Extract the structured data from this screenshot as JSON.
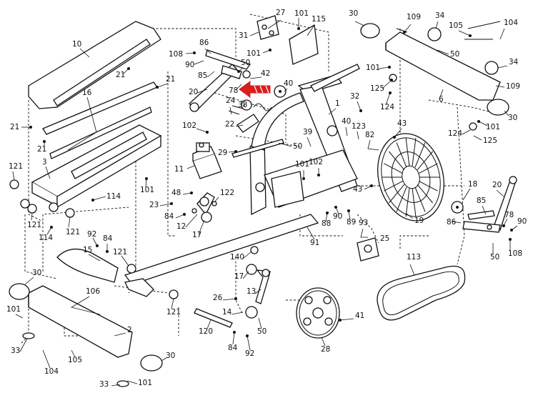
{
  "callouts": [
    {
      "id": "c10a",
      "text": "10"
    },
    {
      "id": "c21a",
      "text": "21"
    },
    {
      "id": "c21b",
      "text": "21"
    },
    {
      "id": "c16",
      "text": "16"
    },
    {
      "id": "c21c",
      "text": "21"
    },
    {
      "id": "c21d",
      "text": "21"
    },
    {
      "id": "c3",
      "text": "3"
    },
    {
      "id": "c121a",
      "text": "121"
    },
    {
      "id": "c121b",
      "text": "121"
    },
    {
      "id": "c121c",
      "text": "121"
    },
    {
      "id": "c114a",
      "text": "114"
    },
    {
      "id": "c114b",
      "text": "114"
    },
    {
      "id": "c101a",
      "text": "101"
    },
    {
      "id": "c108a",
      "text": "108"
    },
    {
      "id": "c86a",
      "text": "86"
    },
    {
      "id": "c90a",
      "text": "90"
    },
    {
      "id": "c85a",
      "text": "85"
    },
    {
      "id": "c20a",
      "text": "20"
    },
    {
      "id": "c50a",
      "text": "50"
    },
    {
      "id": "c42",
      "text": "42"
    },
    {
      "id": "c78a",
      "text": "78"
    },
    {
      "id": "c27",
      "text": "27"
    },
    {
      "id": "c101b",
      "text": "101"
    },
    {
      "id": "c115",
      "text": "115"
    },
    {
      "id": "c31",
      "text": "31"
    },
    {
      "id": "c101c",
      "text": "101"
    },
    {
      "id": "c40a",
      "text": "40"
    },
    {
      "id": "c24",
      "text": "24"
    },
    {
      "id": "c38",
      "text": "38"
    },
    {
      "id": "c1",
      "text": "1"
    },
    {
      "id": "c22",
      "text": "22"
    },
    {
      "id": "c102a",
      "text": "102"
    },
    {
      "id": "c29",
      "text": "29"
    },
    {
      "id": "c39",
      "text": "39"
    },
    {
      "id": "c50b",
      "text": "50"
    },
    {
      "id": "c101d",
      "text": "101"
    },
    {
      "id": "c102b",
      "text": "102"
    },
    {
      "id": "c11",
      "text": "11"
    },
    {
      "id": "c48",
      "text": "48"
    },
    {
      "id": "c23",
      "text": "23"
    },
    {
      "id": "c84a",
      "text": "84"
    },
    {
      "id": "c12",
      "text": "12"
    },
    {
      "id": "c122",
      "text": "122"
    },
    {
      "id": "c17a",
      "text": "17"
    },
    {
      "id": "c32",
      "text": "32"
    },
    {
      "id": "c40b",
      "text": "40"
    },
    {
      "id": "c123",
      "text": "123"
    },
    {
      "id": "c82",
      "text": "82"
    },
    {
      "id": "c43a",
      "text": "43"
    },
    {
      "id": "c43b",
      "text": "43"
    },
    {
      "id": "c88",
      "text": "88"
    },
    {
      "id": "c90b",
      "text": "90"
    },
    {
      "id": "c89",
      "text": "89"
    },
    {
      "id": "c91",
      "text": "91"
    },
    {
      "id": "c19",
      "text": "19"
    },
    {
      "id": "c93",
      "text": "93"
    },
    {
      "id": "c25",
      "text": "25"
    },
    {
      "id": "c30a",
      "text": "30"
    },
    {
      "id": "c109a",
      "text": "109"
    },
    {
      "id": "c34a",
      "text": "34"
    },
    {
      "id": "c105a",
      "text": "105"
    },
    {
      "id": "c104a",
      "text": "104"
    },
    {
      "id": "c50c",
      "text": "50"
    },
    {
      "id": "c101e",
      "text": "101"
    },
    {
      "id": "c34b",
      "text": "34"
    },
    {
      "id": "c125a",
      "text": "125"
    },
    {
      "id": "c6",
      "text": "6"
    },
    {
      "id": "c109b",
      "text": "109"
    },
    {
      "id": "c124a",
      "text": "124"
    },
    {
      "id": "c30b",
      "text": "30"
    },
    {
      "id": "c124b",
      "text": "124"
    },
    {
      "id": "c101f",
      "text": "101"
    },
    {
      "id": "c125b",
      "text": "125"
    },
    {
      "id": "c18",
      "text": "18"
    },
    {
      "id": "c20b",
      "text": "20"
    },
    {
      "id": "c85b",
      "text": "85"
    },
    {
      "id": "c86b",
      "text": "86"
    },
    {
      "id": "c78b",
      "text": "78"
    },
    {
      "id": "c90c",
      "text": "90"
    },
    {
      "id": "c50d",
      "text": "50"
    },
    {
      "id": "c108b",
      "text": "108"
    },
    {
      "id": "c92a",
      "text": "92"
    },
    {
      "id": "c84b",
      "text": "84"
    },
    {
      "id": "c15",
      "text": "15"
    },
    {
      "id": "c121d",
      "text": "121"
    },
    {
      "id": "c30c",
      "text": "30"
    },
    {
      "id": "c106",
      "text": "106"
    },
    {
      "id": "c101g",
      "text": "101"
    },
    {
      "id": "c2",
      "text": "2"
    },
    {
      "id": "c33a",
      "text": "33"
    },
    {
      "id": "c104b",
      "text": "104"
    },
    {
      "id": "c105b",
      "text": "105"
    },
    {
      "id": "c30d",
      "text": "30"
    },
    {
      "id": "c33b",
      "text": "33"
    },
    {
      "id": "c101h",
      "text": "101"
    },
    {
      "id": "c121e",
      "text": "121"
    },
    {
      "id": "c140",
      "text": "140"
    },
    {
      "id": "c17b",
      "text": "17"
    },
    {
      "id": "c13",
      "text": "13"
    },
    {
      "id": "c26",
      "text": "26"
    },
    {
      "id": "c14",
      "text": "14"
    },
    {
      "id": "c50e",
      "text": "50"
    },
    {
      "id": "c120",
      "text": "120"
    },
    {
      "id": "c84c",
      "text": "84"
    },
    {
      "id": "c92b",
      "text": "92"
    },
    {
      "id": "c28",
      "text": "28"
    },
    {
      "id": "c41",
      "text": "41"
    },
    {
      "id": "c113",
      "text": "113"
    }
  ],
  "highlight_color": "#d81e1e",
  "line_color": "#111111"
}
